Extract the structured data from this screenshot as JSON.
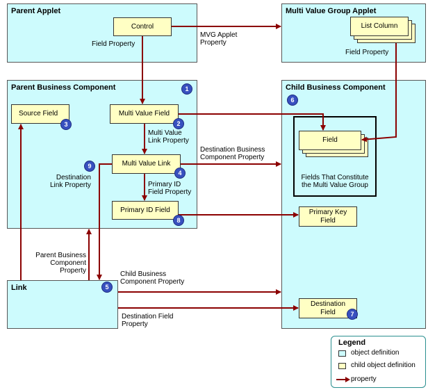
{
  "boxes": {
    "parent_applet": "Parent Applet",
    "mvg_applet": "Multi Value Group Applet",
    "parent_bc": "Parent Business Component",
    "child_bc": "Child Business Component",
    "link": "Link"
  },
  "children": {
    "control": "Control",
    "list_column": "List Column",
    "source_field": "Source Field",
    "multi_value_field": "Multi Value Field",
    "multi_value_link": "Multi Value Link",
    "primary_id_field": "Primary ID Field",
    "field": "Field",
    "primary_key_field": "Primary Key\nField",
    "destination_field": "Destination\nField"
  },
  "labels": {
    "field_property_left": "Field Property",
    "mvg_applet_property": "MVG Applet\nProperty",
    "field_property_right": "Field Property",
    "multi_value_link_property": "Multi Value\nLink Property",
    "destination_bc_property": "Destination Business\nComponent Property",
    "destination_link_property": "Destination\nLink Property",
    "primary_id_field_property": "Primary ID\nField Property",
    "fields_constitute": "Fields That Constitute\nthe Multi Value Group",
    "parent_bc_property": "Parent Business\nComponent\nProperty",
    "child_bc_property": "Child Business\nComponent Property",
    "destination_field_property": "Destination Field\nProperty"
  },
  "badges": {
    "b1": "1",
    "b2": "2",
    "b3": "3",
    "b4": "4",
    "b5": "5",
    "b6": "6",
    "b7": "7",
    "b8": "8",
    "b9": "9"
  },
  "legend": {
    "title": "Legend",
    "object_definition": "object definition",
    "child_object_definition": "child object definition",
    "property": "property"
  },
  "colors": {
    "object_fill": "#cdfbfd",
    "child_fill": "#ffffc4",
    "arrow": "#8b0000",
    "badge": "#3850bf",
    "legend_border": "#2a8f8f"
  }
}
